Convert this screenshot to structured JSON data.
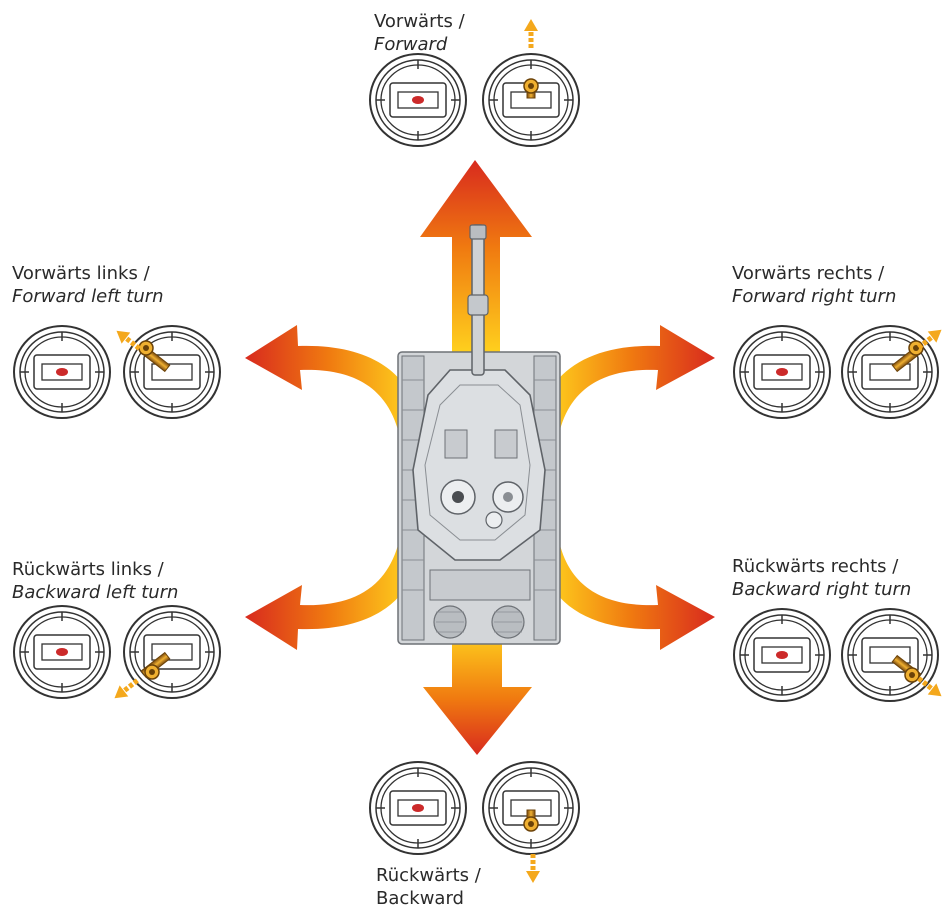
{
  "colors": {
    "arrow_yellow": "#ffd21e",
    "arrow_orange": "#f07a10",
    "arrow_red": "#d82a1e",
    "stick_arrow": "#f4a81c",
    "stick_dot": "#cc2a2a",
    "tank_fill": "#d3d6d9",
    "tank_line": "#6e7277"
  },
  "directions": {
    "forward": {
      "de": "Vorwärts /",
      "en": "Forward"
    },
    "forward_left": {
      "de": "Vorwärts links /",
      "en": "Forward left turn"
    },
    "forward_right": {
      "de": "Vorwärts rechts /",
      "en": "Forward right turn"
    },
    "backward_left": {
      "de": "Rückwärts links /",
      "en": "Backward left turn"
    },
    "backward_right": {
      "de": "Rückwärts rechts /",
      "en": "Backward right turn"
    },
    "backward": {
      "de": "Rückwärts /",
      "en": "Backward"
    }
  },
  "icons": [
    "tank-top-view",
    "joystick-control",
    "direction-arrow"
  ]
}
